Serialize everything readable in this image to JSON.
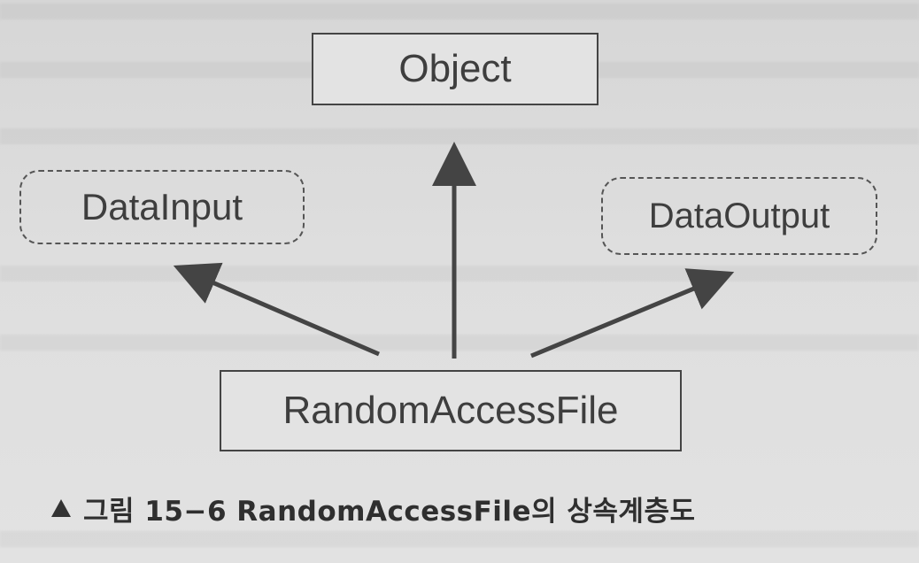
{
  "diagram": {
    "nodes": {
      "object": "Object",
      "data_input": "DataInput",
      "data_output": "DataOutput",
      "random_access_file": "RandomAccessFile"
    },
    "edges": [
      {
        "from": "RandomAccessFile",
        "to": "Object",
        "style": "solid-arrow"
      },
      {
        "from": "RandomAccessFile",
        "to": "DataInput",
        "style": "solid-arrow"
      },
      {
        "from": "RandomAccessFile",
        "to": "DataOutput",
        "style": "solid-arrow"
      }
    ]
  },
  "caption": {
    "marker": "triangle-up",
    "text": "그림 15−6   RandomAccessFile의 상속계층도"
  },
  "colors": {
    "paper": "#dedede",
    "ink": "#444444",
    "text": "#3e3e3e"
  }
}
